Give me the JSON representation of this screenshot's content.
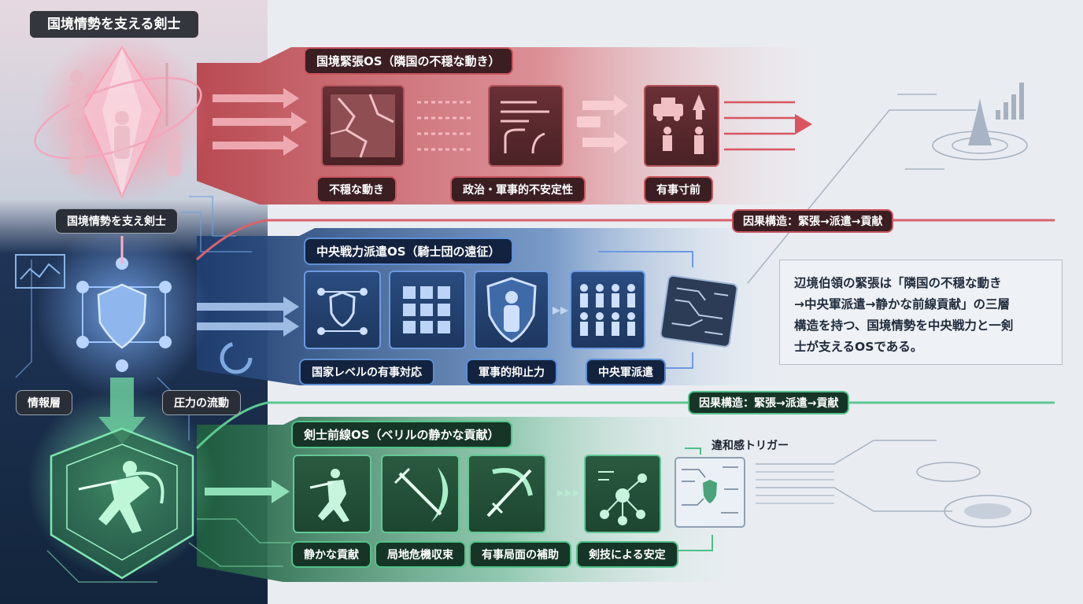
{
  "header": {
    "title": "国境情勢を支える剣士"
  },
  "left": {
    "emblem_label": "国境情勢を支え剣士",
    "info_layer": "情報層",
    "pressure_flow": "圧力の流動"
  },
  "red_band": {
    "title": "国境緊張OS（隣国の不穏な動き）",
    "items": [
      "不穏な動き",
      "政治・軍事的不安定性",
      "有事寸前"
    ]
  },
  "blue_band": {
    "title": "中央戦力派遣OS（騎士団の遠征）",
    "items": [
      "国家レベルの有事対応",
      "軍事的抑止力",
      "中央軍派遣"
    ]
  },
  "green_band": {
    "title": "剣士前線OS（ベリルの静かな貢献）",
    "items": [
      "静かな貢献",
      "局地危機収束",
      "有事局面の補助",
      "剣技による安定"
    ]
  },
  "causal": [
    "因果構造：緊張→派遣→貢献",
    "因果構造：緊張→派遣→貢献"
  ],
  "trigger": "違和感トリガー",
  "note": {
    "lines": [
      "辺境伯領の緊張は「隣国の不穏な動き",
      "→中央軍派遣→静かな前線貢献」の三層",
      "構造を持つ、国境情勢を中央戦力と一剣",
      "士が支えるOSである。"
    ]
  },
  "colors": {
    "red": "#c9545c",
    "blue": "#5c8fd6",
    "green": "#52c28a",
    "navy": "#1a2a48"
  }
}
